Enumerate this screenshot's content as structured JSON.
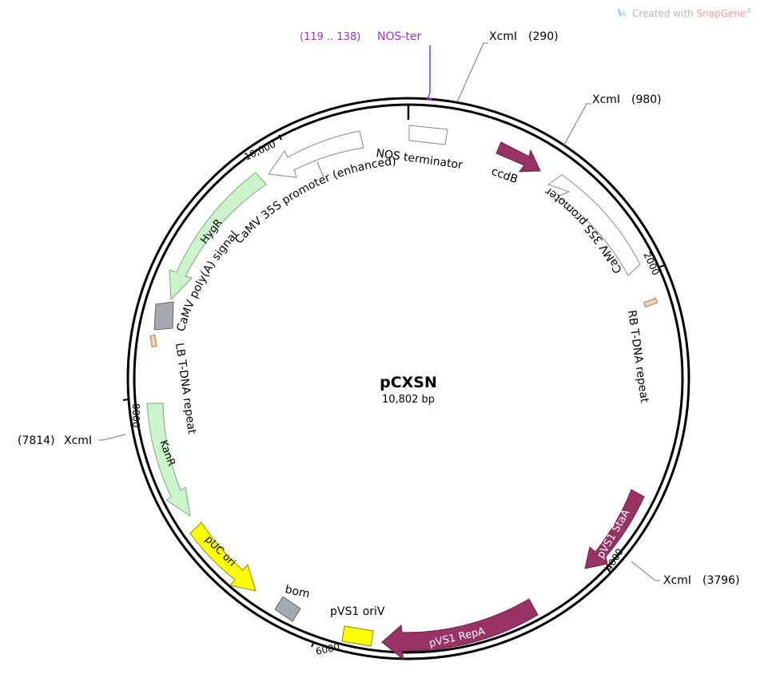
{
  "plasmid": {
    "name": "pCXSN",
    "length": "10,802 bp"
  },
  "watermark": {
    "prefix": "Created with ",
    "brand": "SnapGene",
    "mark": "®"
  },
  "sites": {
    "nos_ter": {
      "range": "(119 .. 138)",
      "name": "NOS-ter"
    },
    "xcm_290": {
      "name": "XcmI",
      "pos": "(290)"
    },
    "xcm_980": {
      "name": "XcmI",
      "pos": "(980)"
    },
    "xcm_3796": {
      "name": "XcmI",
      "pos": "(3796)"
    },
    "xcm_7814": {
      "name": "XcmI",
      "pos": "(7814)"
    }
  },
  "ticks": {
    "t2000": "2000",
    "t4000": "4000",
    "t6000": "6000",
    "t8000": "8000",
    "t10000": "10,000"
  },
  "features": {
    "nos_terminator": "NOS terminator",
    "ccdb": "ccdB",
    "camv35s": "CaMV 35S promoter",
    "rb": "RB T-DNA repeat",
    "stab": "pVS1 StaA",
    "repa": "pVS1 RepA",
    "oriv": "pVS1 oriV",
    "bom": "bom",
    "puc": "pUC ori",
    "kanr": "KanR",
    "lb": "LB T-DNA repeat",
    "polya": "CaMV poly(A) signal",
    "hygr": "HygR",
    "camv35s_enh": "CaMV 35S promoter (enhanced)"
  },
  "colors": {
    "promoter": "#ffffff",
    "marker_green": "#ccf5cc",
    "rep_purple": "#993366",
    "ori_yellow": "#ffff00",
    "misc_gray": "#a8a8b0",
    "repeat_tan": "#f0d2b4",
    "site_purple": "#9933cc"
  }
}
